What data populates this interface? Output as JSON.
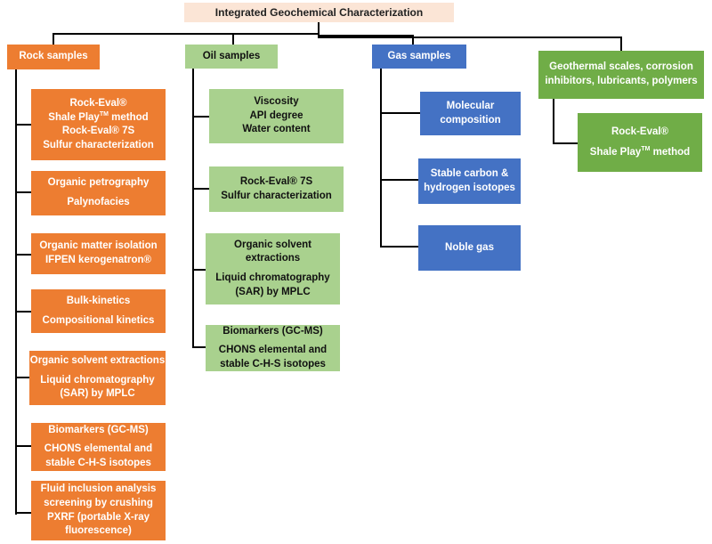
{
  "root": {
    "label": "Integrated Geochemical Characterization"
  },
  "rock": {
    "header": "Rock samples",
    "box1": {
      "line1": "Rock-Eval®",
      "line2_main": "Shale Play",
      "line2_sup": "TM",
      "line2_end": " method",
      "line3": "Rock-Eval® 7S",
      "line4": "Sulfur characterization"
    },
    "box2": {
      "line1": "Organic petrography",
      "line2": "Palynofacies"
    },
    "box3": {
      "line1": "Organic matter isolation",
      "line2": "IFPEN kerogenatron®"
    },
    "box4": {
      "line1": "Bulk-kinetics",
      "line2": "Compositional kinetics"
    },
    "box5": {
      "line1": "Organic solvent extractions",
      "line2": "Liquid chromatography",
      "line3": "(SAR) by MPLC"
    },
    "box6": {
      "line1": "Biomarkers (GC-MS)",
      "line2": "CHONS elemental and",
      "line3": "stable C-H-S isotopes"
    },
    "box7": {
      "line1": "Fluid inclusion analysis",
      "line2": "screening by crushing",
      "line3": "PXRF (portable X-ray",
      "line4": "fluorescence)"
    }
  },
  "oil": {
    "header": "Oil samples",
    "box1": {
      "line1": "Viscosity",
      "line2": "API degree",
      "line3": "Water content"
    },
    "box2": {
      "line1": "Rock-Eval® 7S",
      "line2": "Sulfur characterization"
    },
    "box3": {
      "line1": "Organic solvent extractions",
      "line2": "Liquid chromatography",
      "line3": "(SAR) by MPLC"
    },
    "box4": {
      "line1": "Biomarkers (GC-MS)",
      "line2": "CHONS elemental and",
      "line3": "stable C-H-S isotopes"
    }
  },
  "gas": {
    "header": "Gas samples",
    "box1": {
      "line1": "Molecular",
      "line2": "composition"
    },
    "box2": {
      "line1": "Stable carbon &",
      "line2": "hydrogen isotopes"
    },
    "box3": {
      "line1": "Noble gas"
    }
  },
  "geo": {
    "header": {
      "line1": "Geothermal scales, corrosion",
      "line2": "inhibitors, lubricants, polymers"
    },
    "box1": {
      "line1": "Rock-Eval®",
      "line2_main": "Shale Play",
      "line2_sup": "TM",
      "line2_end": " method"
    }
  },
  "colors": {
    "root_fill": "#fbe5d6",
    "rock_fill": "#ed7d31",
    "oil_fill": "#a9d18e",
    "gas_fill": "#4472c4",
    "geo_fill": "#70ad47",
    "connector": "#000000"
  }
}
